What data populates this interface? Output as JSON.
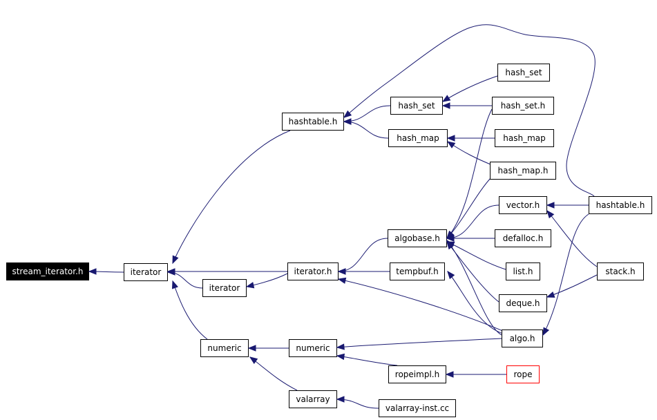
{
  "colors": {
    "edge": "#191970",
    "node_border": "#000000",
    "root_bg": "#000000",
    "root_text": "#ffffff",
    "highlight_border": "#ff0000"
  },
  "nodes": [
    {
      "id": "stream_iterator_h",
      "label": "stream_iterator.h",
      "style": "root"
    },
    {
      "id": "iterator1",
      "label": "iterator"
    },
    {
      "id": "iterator2",
      "label": "iterator"
    },
    {
      "id": "numeric1",
      "label": "numeric"
    },
    {
      "id": "hashtable_h",
      "label": "hashtable.h"
    },
    {
      "id": "iterator_h",
      "label": "iterator.h"
    },
    {
      "id": "numeric2",
      "label": "numeric"
    },
    {
      "id": "valarray",
      "label": "valarray"
    },
    {
      "id": "hash_set1",
      "label": "hash_set"
    },
    {
      "id": "hash_map1",
      "label": "hash_map"
    },
    {
      "id": "algobase_h",
      "label": "algobase.h"
    },
    {
      "id": "tempbuf_h",
      "label": "tempbuf.h"
    },
    {
      "id": "ropeimpl_h",
      "label": "ropeimpl.h"
    },
    {
      "id": "valarray_inst_cc",
      "label": "valarray-inst.cc"
    },
    {
      "id": "hash_set2",
      "label": "hash_set"
    },
    {
      "id": "hash_set_h",
      "label": "hash_set.h"
    },
    {
      "id": "hash_map2",
      "label": "hash_map"
    },
    {
      "id": "hash_map_h",
      "label": "hash_map.h"
    },
    {
      "id": "vector_h",
      "label": "vector.h"
    },
    {
      "id": "defalloc_h",
      "label": "defalloc.h"
    },
    {
      "id": "list_h",
      "label": "list.h"
    },
    {
      "id": "deque_h",
      "label": "deque.h"
    },
    {
      "id": "algo_h",
      "label": "algo.h"
    },
    {
      "id": "rope",
      "label": "rope",
      "style": "red"
    },
    {
      "id": "hashtable_h2",
      "label": "hashtable.h"
    },
    {
      "id": "stack_h",
      "label": "stack.h"
    }
  ],
  "edges": [
    {
      "from": "iterator1",
      "to": "stream_iterator_h"
    },
    {
      "from": "iterator2",
      "to": "iterator1"
    },
    {
      "from": "iterator_h",
      "to": "iterator1"
    },
    {
      "from": "iterator_h",
      "to": "iterator2"
    },
    {
      "from": "hashtable_h",
      "to": "iterator1"
    },
    {
      "from": "numeric1",
      "to": "iterator1"
    },
    {
      "from": "numeric2",
      "to": "numeric1"
    },
    {
      "from": "valarray",
      "to": "numeric1"
    },
    {
      "from": "hash_set1",
      "to": "hashtable_h"
    },
    {
      "from": "hash_map1",
      "to": "hashtable_h"
    },
    {
      "from": "hashtable_h2",
      "to": "hashtable_h"
    },
    {
      "from": "algobase_h",
      "to": "iterator_h"
    },
    {
      "from": "tempbuf_h",
      "to": "iterator_h"
    },
    {
      "from": "algo_h",
      "to": "iterator_h"
    },
    {
      "from": "algo_h",
      "to": "numeric2"
    },
    {
      "from": "ropeimpl_h",
      "to": "numeric2"
    },
    {
      "from": "valarray_inst_cc",
      "to": "valarray"
    },
    {
      "from": "hash_set2",
      "to": "hash_set1"
    },
    {
      "from": "hash_set_h",
      "to": "hash_set1"
    },
    {
      "from": "hash_map2",
      "to": "hash_map1"
    },
    {
      "from": "hash_map_h",
      "to": "hash_map1"
    },
    {
      "from": "hash_set_h",
      "to": "algobase_h"
    },
    {
      "from": "hash_map_h",
      "to": "algobase_h"
    },
    {
      "from": "vector_h",
      "to": "algobase_h"
    },
    {
      "from": "defalloc_h",
      "to": "algobase_h"
    },
    {
      "from": "list_h",
      "to": "algobase_h"
    },
    {
      "from": "deque_h",
      "to": "algobase_h"
    },
    {
      "from": "algo_h",
      "to": "algobase_h"
    },
    {
      "from": "algo_h",
      "to": "tempbuf_h"
    },
    {
      "from": "rope",
      "to": "ropeimpl_h"
    },
    {
      "from": "hashtable_h2",
      "to": "vector_h"
    },
    {
      "from": "stack_h",
      "to": "vector_h"
    },
    {
      "from": "stack_h",
      "to": "deque_h"
    },
    {
      "from": "hashtable_h2",
      "to": "algo_h"
    }
  ]
}
